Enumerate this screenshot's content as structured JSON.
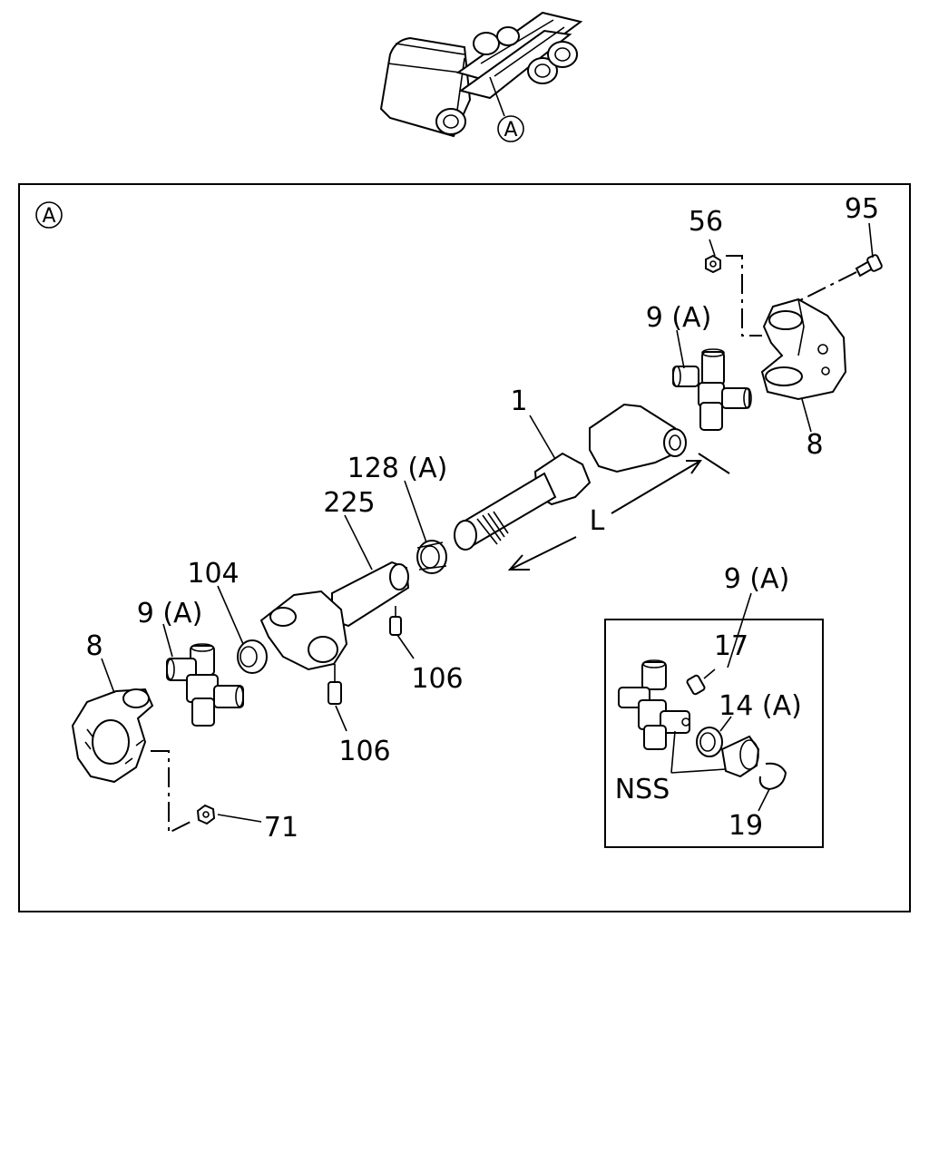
{
  "callouts": {
    "truck_ref": "A",
    "frame_ref": "A"
  },
  "labels": {
    "l56": "56",
    "l95": "95",
    "l9a_top": "9 (A)",
    "l8_right": "8",
    "l1": "1",
    "l128a": "128 (A)",
    "l225": "225",
    "l_L": "L",
    "l104": "104",
    "l9a_left": "9 (A)",
    "l8_left": "8",
    "l106_a": "106",
    "l106_b": "106",
    "l71": "71",
    "l9a_inset": "9 (A)",
    "l17": "17",
    "l14a": "14 (A)",
    "lNSS": "NSS",
    "l19": "19"
  }
}
